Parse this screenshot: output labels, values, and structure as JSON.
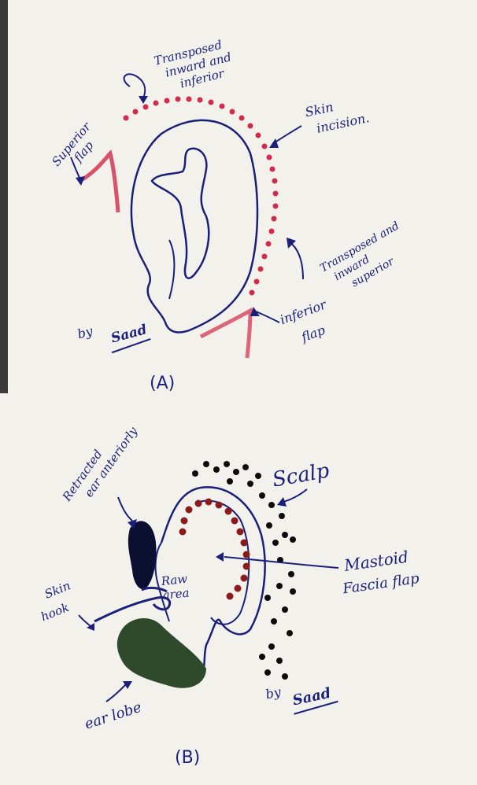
{
  "panel_a": {
    "label": "(A)",
    "annotations": {
      "transposed_top_1": "Transposed",
      "transposed_top_2": "inward and",
      "transposed_top_3": "inferior",
      "superior_flap_1": "Superior",
      "superior_flap_2": "flap",
      "skin_incision_1": "Skin",
      "skin_incision_2": "incision.",
      "transposed_right_1": "Transposed and",
      "transposed_right_2": "inward",
      "transposed_right_3": "superior",
      "inferior_flap_1": "inferior",
      "inferior_flap_2": "flap",
      "by": "by",
      "author": "Saad"
    }
  },
  "panel_b": {
    "label": "(B)",
    "annotations": {
      "retracted_1": "Retracted",
      "retracted_2": "ear anteriorly",
      "scalp": "Scalp",
      "mastoid_1": "Mastoid",
      "mastoid_2": "Fascia flap",
      "raw_area_1": "Raw",
      "raw_area_2": "area",
      "skin_hook_1": "Skin",
      "skin_hook_2": "hook",
      "ear_lobe": "ear lobe",
      "by": "by",
      "author": "Saad"
    }
  },
  "colors": {
    "ink": "#1a1f7a",
    "red_dots": "#d22a4a",
    "dark_red": "#8b1a1a",
    "black_dots": "#0b0b0b",
    "green_lobe": "#2e4a2a",
    "paper": "#f3f1ec"
  }
}
